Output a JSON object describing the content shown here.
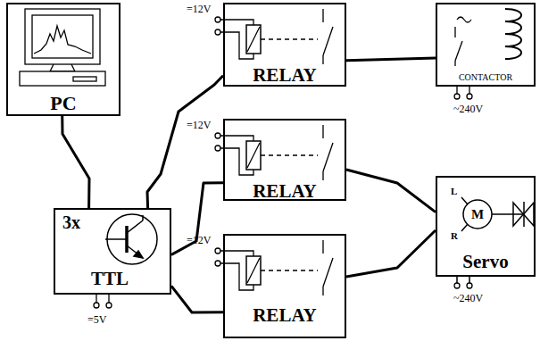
{
  "diagram": {
    "nodes": [
      {
        "text": [
          "PC"
        ]
      },
      {
        "text": [
          "3x",
          "TTL"
        ]
      },
      {
        "text": [
          "RELAY"
        ]
      },
      {
        "text": [
          "RELAY"
        ]
      },
      {
        "text": [
          "RELAY"
        ]
      },
      {
        "text": [
          "CONTACTOR"
        ]
      },
      {
        "text": [
          "Servo"
        ]
      }
    ],
    "edges": [
      {
        "from": 0,
        "to": 1,
        "arrow": "none"
      },
      {
        "from": 1,
        "to": 2,
        "arrow": "none"
      },
      {
        "from": 1,
        "to": 3,
        "arrow": "none"
      },
      {
        "from": 1,
        "to": 4,
        "arrow": "none"
      },
      {
        "from": 2,
        "to": 5,
        "arrow": "none"
      },
      {
        "from": 3,
        "to": 6,
        "arrow": "none"
      },
      {
        "from": 4,
        "to": 6,
        "arrow": "none"
      }
    ],
    "labels": [
      "=12V",
      "=12V",
      "=12V",
      "=5V",
      "~240V",
      "~240V",
      "L",
      "R",
      "M"
    ]
  }
}
